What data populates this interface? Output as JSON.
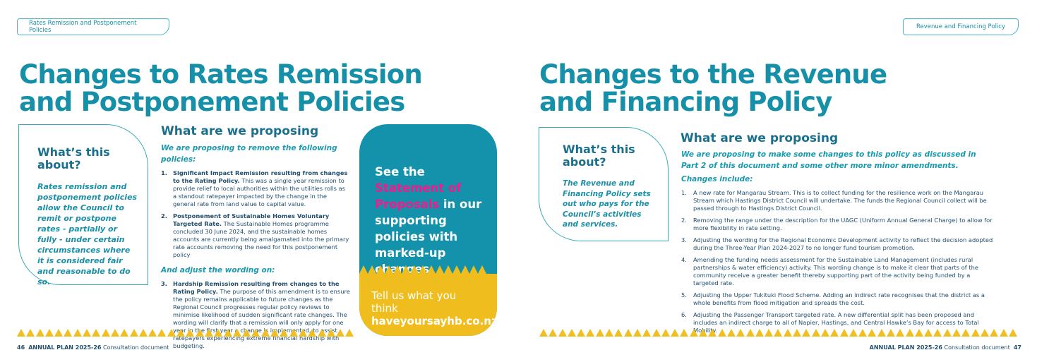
{
  "left": {
    "tag": "Rates Remission and Postponement Policies",
    "title": [
      "Changes to Rates Remission",
      "and Postponement Policies"
    ],
    "about": {
      "heading": "What’s this about?",
      "text": "Rates remission and postponement policies allow the Council to remit or postpone rates - partially or fully - under certain circumstances where it is considered fair and reasonable to do so."
    },
    "proposing": {
      "heading": "What are we proposing",
      "intro": "We are proposing to remove the following policies:",
      "items": [
        {
          "n": "1.",
          "bold": "Significant Impact Remission resulting from changes to the Rating Policy.",
          "text": " This was a single year remission to provide relief to local authorities within the utilities rolls as a standout ratepayer impacted by the change in the general rate from land value to capital value."
        },
        {
          "n": "2.",
          "bold": "Postponement of Sustainable Homes Voluntary Targeted Rate.",
          "text": " The Sustainable Homes programme concluded 30 June 2024, and the sustainable homes accounts are currently being amalgamated into the primary rate accounts removing the need for this postponement policy"
        }
      ],
      "adjust_intro": "And adjust the wording on:",
      "adjust_items": [
        {
          "n": "3.",
          "bold": "Hardship Remission resulting from changes to the Rating Policy.",
          "text": " The purpose of this amendment is to ensure the policy remains applicable to future changes as the Regional Council progresses regular policy reviews to minimise likelihood of sudden significant rate changes. The wording will clarify that a remission will only apply for one year in the first year a change is implemented, to assist ratepayers experiencing extreme financial hardship with budgeting."
        }
      ]
    },
    "footer": {
      "page": "46",
      "doc": "ANNUAL PLAN 2025-26",
      "sub": "Consultation document"
    }
  },
  "card": {
    "pre": "See the ",
    "highlight": "Statement of Proposals",
    "post": " in our supporting policies with marked-up changes.",
    "cta": "Tell us what you think",
    "url": "haveyoursayhb.co.nz",
    "colors": {
      "teal": "#1491ab",
      "yellow": "#efbe1e",
      "pink": "#ee1c8c"
    }
  },
  "right": {
    "tag": "Revenue and Financing Policy",
    "title": [
      "Changes to the Revenue",
      "and Financing Policy"
    ],
    "about": {
      "heading": "What’s this about?",
      "text": "The Revenue and Financing Policy sets out who pays for the Council’s activities and services."
    },
    "proposing": {
      "heading": "What are we proposing",
      "intro": "We are proposing to make some changes to this policy as discussed in Part 2 of this document and some other more minor amendments.",
      "changes": "Changes include:",
      "items": [
        {
          "n": "1.",
          "text": "A new rate for Mangarau Stream. This is to collect funding for the resilience work on the Mangarau Stream which Hastings District Council will undertake. The funds the Regional Council collect will be passed through to Hastings District Council."
        },
        {
          "n": "2.",
          "text": "Removing the range under the description for the UAGC (Uniform Annual General Charge) to allow for more flexibility in rate setting."
        },
        {
          "n": "3.",
          "text": "Adjusting the wording for the Regional Economic Development activity to reflect the decision adopted during the Three-Year Plan 2024-2027 to no longer fund tourism promotion."
        },
        {
          "n": "4.",
          "text": "Amending the funding needs assessment for the Sustainable Land Management (includes rural partnerships & water efficiency) activity. This wording change is to make it clear that parts of the community receive a greater benefit thereby supporting part of the activity being funded by a targeted rate."
        },
        {
          "n": "5.",
          "text": "Adjusting the Upper Tukituki Flood Scheme. Adding an indirect rate recognises that the district as a whole benefits from flood mitigation and spreads the cost."
        },
        {
          "n": "6.",
          "text": "Adjusting the Passenger Transport targeted rate. A new differential split has been proposed and includes an indirect charge to all of Napier, Hastings, and Central Hawke’s Bay for access to Total Mobility."
        }
      ]
    },
    "footer": {
      "page": "47",
      "doc": "ANNUAL PLAN 2025-26",
      "sub": "Consultation document"
    }
  }
}
